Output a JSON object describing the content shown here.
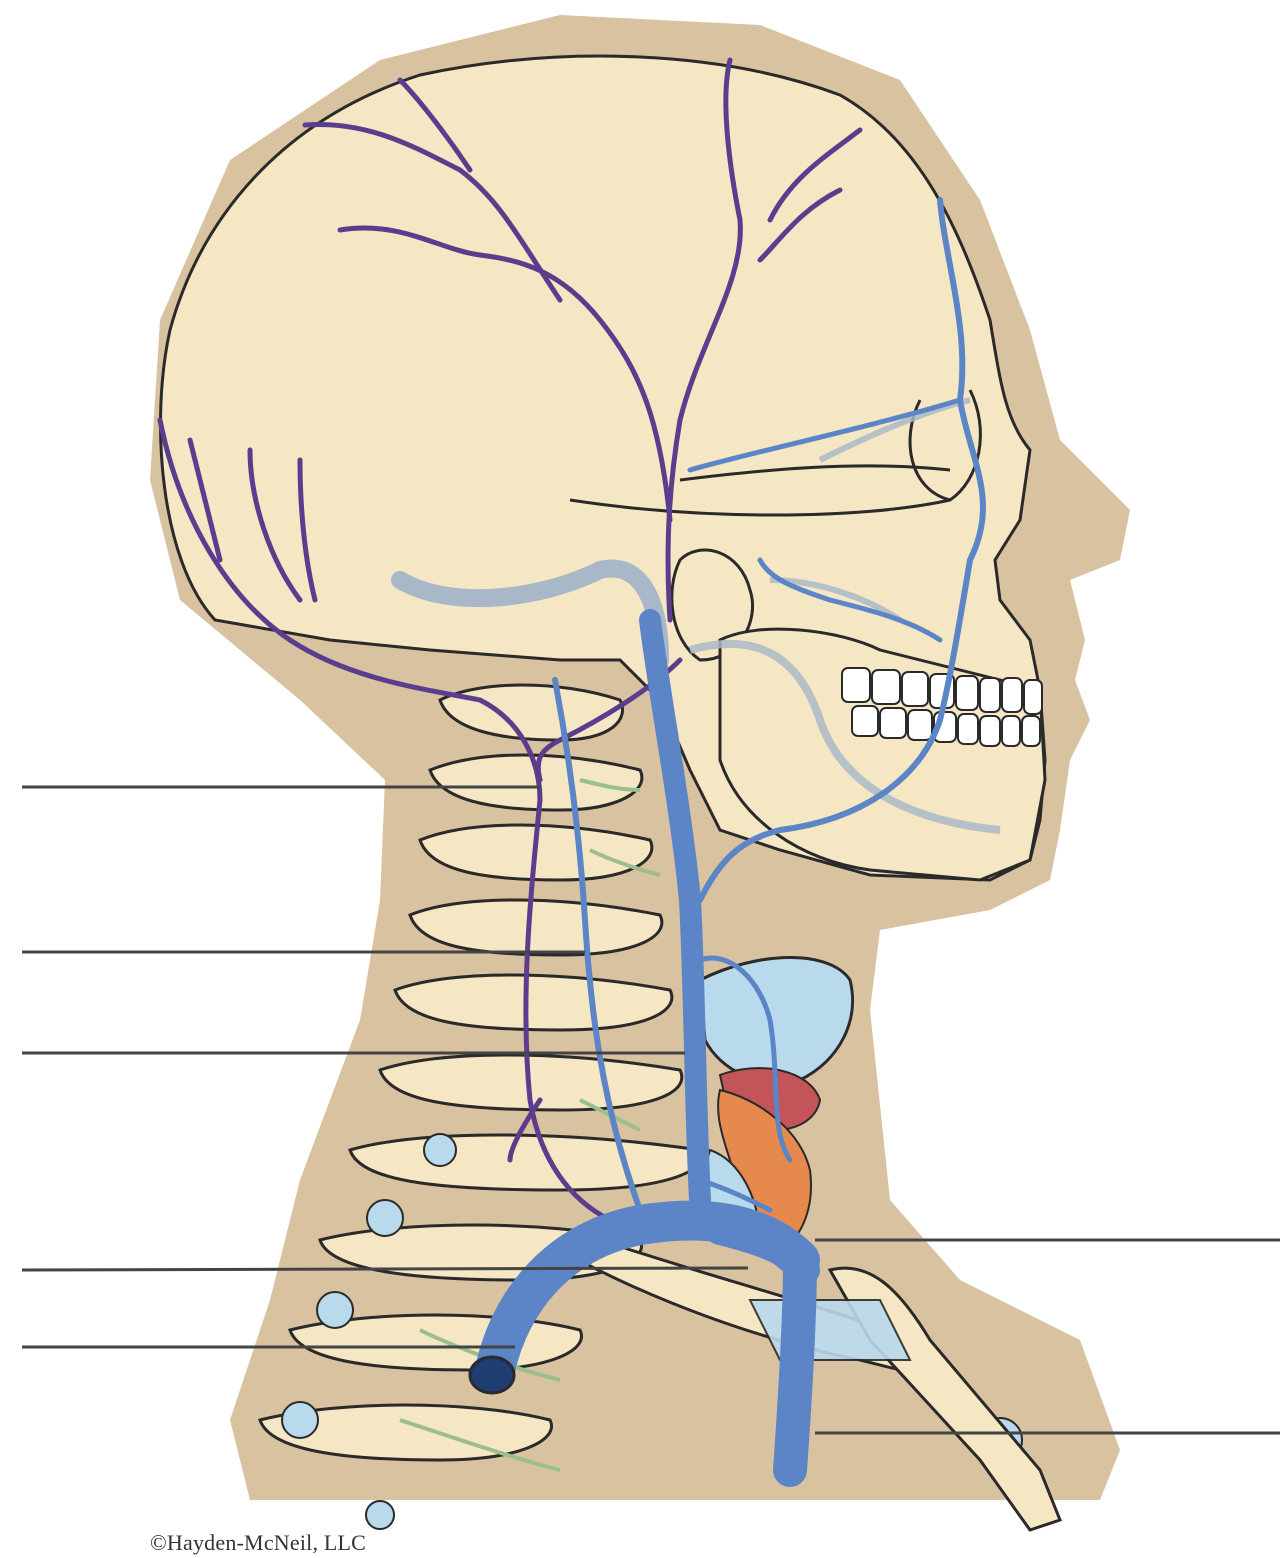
{
  "figure": {
    "copyright": "©Hayden-McNeil, LLC",
    "colors": {
      "silhouette": "#d8c2a0",
      "bone": "#f5e6c4",
      "bone_outline": "#2a2a2a",
      "vein_blue": "#5b85c6",
      "vein_purple": "#5a3d8c",
      "sinus_gray": "#a9b8c8",
      "cartilage": "#b9d9ec",
      "thyroid": "#e58a4c",
      "muscle": "#c2545a",
      "nerve_green": "#9bbf8c",
      "leader_line": "#444444"
    },
    "label_lines": [
      {
        "id": "left-1",
        "side": "left"
      },
      {
        "id": "left-2",
        "side": "left"
      },
      {
        "id": "left-3",
        "side": "left"
      },
      {
        "id": "left-4",
        "side": "left"
      },
      {
        "id": "left-5",
        "side": "left"
      },
      {
        "id": "right-1",
        "side": "right"
      },
      {
        "id": "right-2",
        "side": "right"
      }
    ]
  }
}
